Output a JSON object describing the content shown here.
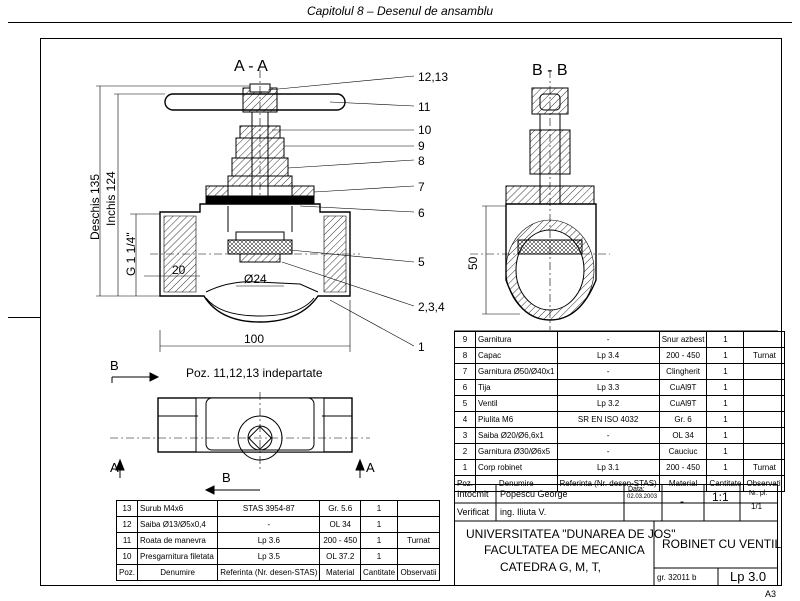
{
  "header": {
    "chapter": "Capitolul 8 – Desenul de ansamblu"
  },
  "views": {
    "section_aa": "A - A",
    "section_bb": "B - B",
    "detail_note": "Poz. 11,12,13 indepartate",
    "cut_a": "A",
    "cut_b": "B"
  },
  "dimensions": {
    "open": "Deschis 135",
    "closed": "Inchis 124",
    "thread": "G 1 1/4\"",
    "d20": "20",
    "d24": "Ø24",
    "d100": "100",
    "d50": "50"
  },
  "callouts": [
    "12,13",
    "11",
    "10",
    "9",
    "8",
    "7",
    "6",
    "5",
    "2,3,4",
    "1"
  ],
  "bom_right": {
    "rows": [
      [
        "9",
        "Garnitura",
        "-",
        "Snur azbest",
        "1",
        ""
      ],
      [
        "8",
        "Capac",
        "Lp 3.4",
        "200 - 450",
        "1",
        "Turnat"
      ],
      [
        "7",
        "Garnitura Ø50/Ø40x1",
        "-",
        "Clingherit",
        "1",
        ""
      ],
      [
        "6",
        "Tija",
        "Lp 3.3",
        "CuAl9T",
        "1",
        ""
      ],
      [
        "5",
        "Ventil",
        "Lp 3.2",
        "CuAl9T",
        "1",
        ""
      ],
      [
        "4",
        "Piulita M6",
        "SR EN ISO 4032",
        "Gr. 6",
        "1",
        ""
      ],
      [
        "3",
        "Saiba Ø20/Ø6,6x1",
        "-",
        "OL 34",
        "1",
        ""
      ],
      [
        "2",
        "Garnitura Ø30/Ø6x5",
        "-",
        "Cauciuc",
        "1",
        ""
      ],
      [
        "1",
        "Corp robinet",
        "Lp 3.1",
        "200 - 450",
        "1",
        "Turnat"
      ]
    ],
    "header": [
      "Poz.",
      "Denumire",
      "Referinta (Nr. desen-STAS)",
      "Material",
      "Cantitate",
      "Observatii"
    ]
  },
  "bom_left": {
    "rows": [
      [
        "13",
        "Surub M4x6",
        "STAS 3954-87",
        "Gr. 5.6",
        "1",
        ""
      ],
      [
        "12",
        "Saiba Ø13/Ø5x0,4",
        "-",
        "OL 34",
        "1",
        ""
      ],
      [
        "11",
        "Roata de manevra",
        "Lp 3.6",
        "200 - 450",
        "1",
        "Turnat"
      ],
      [
        "10",
        "Presgarnitura filetata",
        "Lp 3.5",
        "OL 37.2",
        "1",
        ""
      ]
    ],
    "header": [
      "Poz.",
      "Denumire",
      "Referinta (Nr. desen-STAS)",
      "Material",
      "Cantitate",
      "Observatii"
    ]
  },
  "title_block": {
    "drawn_label": "Intocmit",
    "drawn_by": "Popescu George",
    "date_label": "Data:",
    "date": "02.03.2003",
    "verified_label": "Verificat",
    "verified_by": "ing. Iliuta V.",
    "dash": "-",
    "scale": "1:1",
    "sheet_label": "Nr. pl.",
    "sheet": "1/1",
    "university": "UNIVERSITATEA \"DUNAREA DE JOS\"",
    "faculty": "FACULTATEA DE MECANICA",
    "department": "CATEDRA  G, M, T,",
    "title": "ROBINET CU VENTIL",
    "doc_no": "gr. 32011 b",
    "drawing_no": "Lp 3.0"
  },
  "sheet_size": "A3"
}
